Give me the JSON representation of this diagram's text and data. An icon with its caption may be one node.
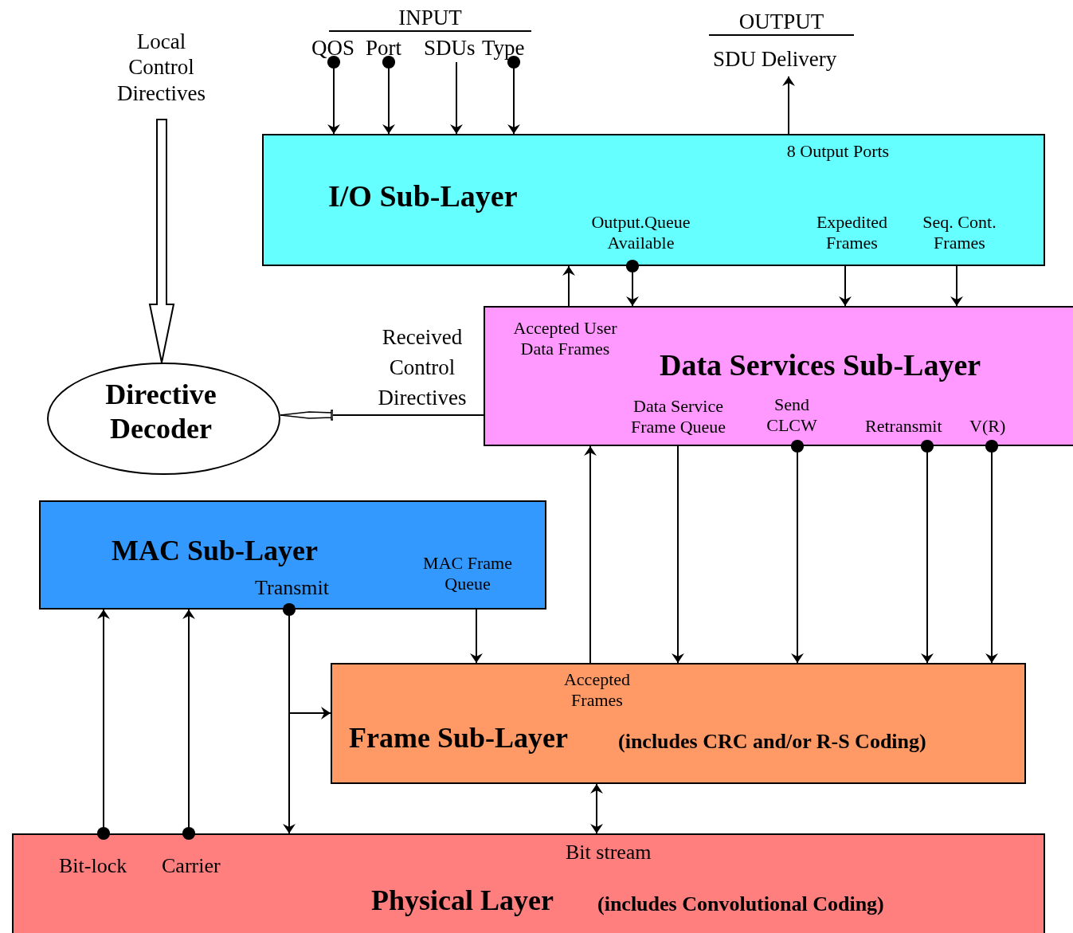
{
  "diagram": {
    "nodes": [
      {
        "text": [
          "8 Output Ports",
          "I/O Sub-Layer",
          "Output.Queue Available",
          "Expedited Frames",
          "Seq. Cont. Frames"
        ]
      },
      {
        "text": [
          "Accepted User Data Frames",
          "Data Services Sub-Layer",
          "Data Service Frame Queue",
          "Send CLCW",
          "Retransmit",
          "V(R)"
        ]
      },
      {
        "text": [
          "Directive Decoder"
        ]
      },
      {
        "text": [
          "MAC Sub-Layer",
          "Transmit",
          "MAC Frame Queue"
        ]
      },
      {
        "text": [
          "Accepted Frames",
          "Frame Sub-Layer",
          "(includes CRC and/or R-S Coding)"
        ]
      },
      {
        "text": [
          "Bit stream",
          "Bit-lock",
          "Carrier",
          "Physical Layer",
          "(includes Convolutional Coding)"
        ]
      },
      {
        "text": [
          "Local Control Directives"
        ]
      },
      {
        "text": [
          "QOS"
        ]
      },
      {
        "text": [
          "Port"
        ]
      },
      {
        "text": [
          "SDUs"
        ]
      },
      {
        "text": [
          "Type"
        ]
      },
      {
        "text": [
          "SDU Delivery"
        ]
      }
    ],
    "edges": [
      {
        "from": 6,
        "to": 2,
        "arrow": "to"
      },
      {
        "from": 7,
        "to": 0,
        "arrow": "to"
      },
      {
        "from": 8,
        "to": 0,
        "arrow": "to"
      },
      {
        "from": 9,
        "to": 0,
        "arrow": "to"
      },
      {
        "from": 10,
        "to": 0,
        "arrow": "to"
      },
      {
        "from": 0,
        "to": 11,
        "arrow": "to"
      },
      {
        "from": 1,
        "to": 0,
        "arrow": "to"
      },
      {
        "from": 0,
        "to": 1,
        "arrow": "to"
      },
      {
        "from": 0,
        "to": 1,
        "arrow": "to"
      },
      {
        "from": 0,
        "to": 1,
        "arrow": "to"
      },
      {
        "from": 1,
        "to": 2,
        "arrow": "to",
        "label": "Received Control Directives"
      },
      {
        "from": 4,
        "to": 1,
        "arrow": "to"
      },
      {
        "from": 1,
        "to": 4,
        "arrow": "to"
      },
      {
        "from": 1,
        "to": 4,
        "arrow": "to"
      },
      {
        "from": 1,
        "to": 4,
        "arrow": "to"
      },
      {
        "from": 1,
        "to": 4,
        "arrow": "to"
      },
      {
        "from": 3,
        "to": 4,
        "arrow": "to"
      },
      {
        "from": 3,
        "to": 5,
        "arrow": "to"
      },
      {
        "from": 3,
        "to": 4,
        "arrow": "to"
      },
      {
        "from": 5,
        "to": 3,
        "arrow": "to"
      },
      {
        "from": 5,
        "to": 3,
        "arrow": "to"
      },
      {
        "from": 4,
        "to": 5,
        "arrow": "both"
      }
    ],
    "labels": [
      "INPUT",
      "OUTPUT"
    ]
  }
}
